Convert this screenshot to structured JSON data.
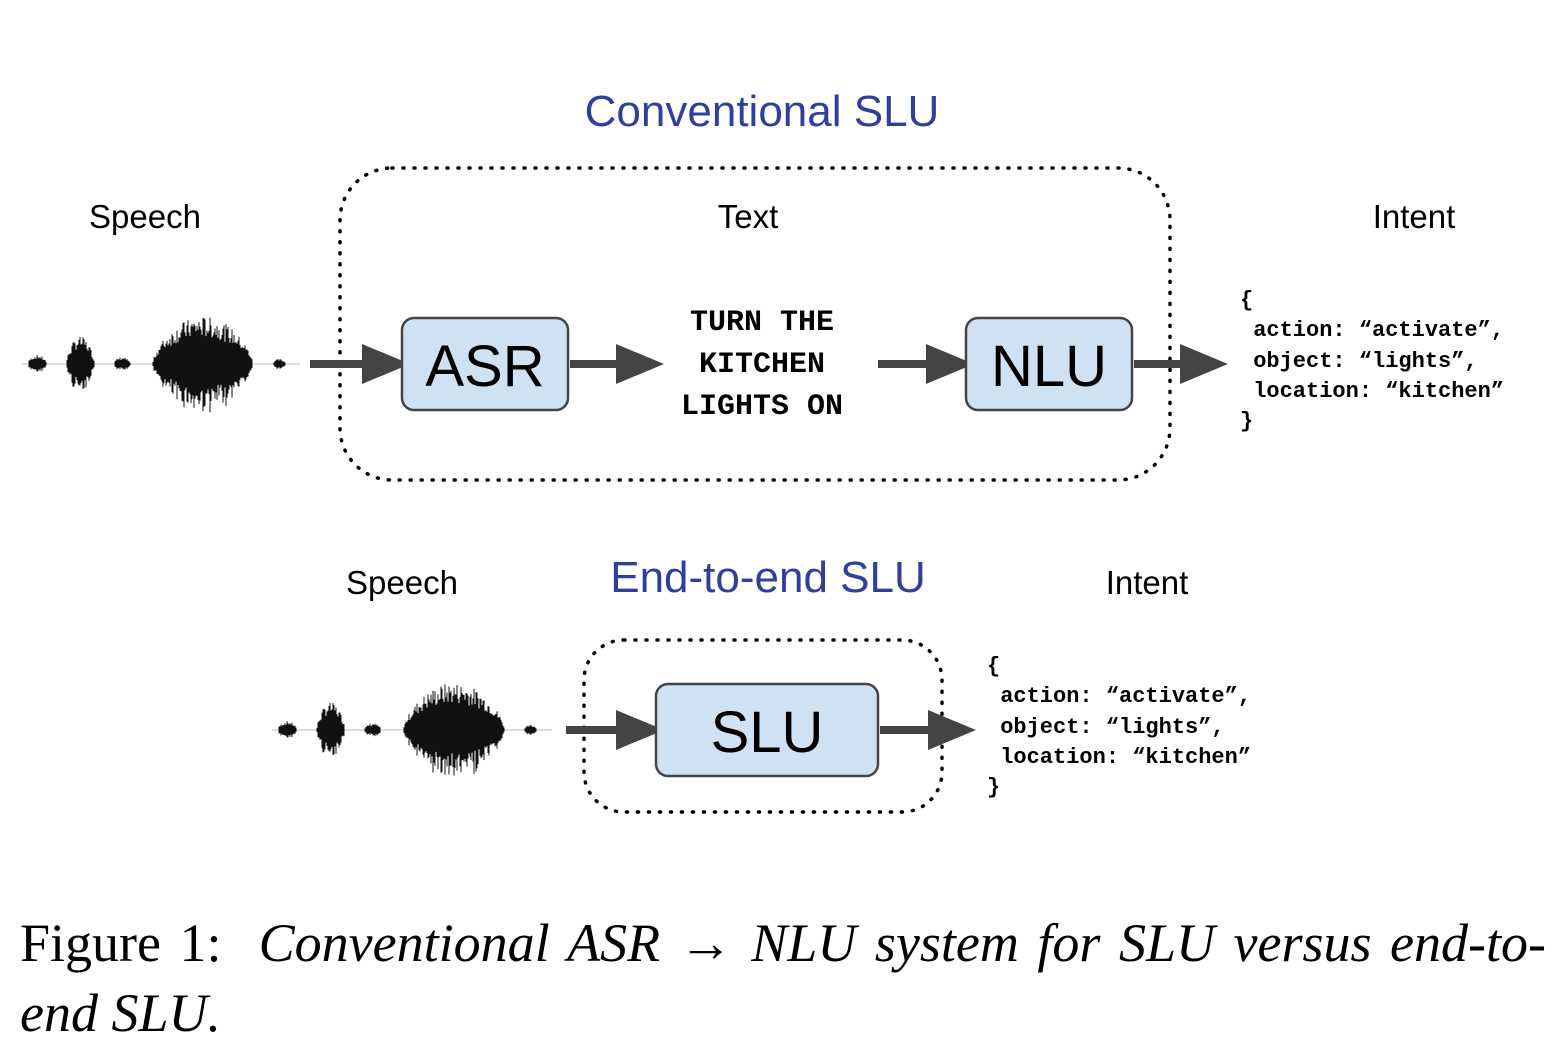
{
  "colors": {
    "title_blue": "#2e3f9c",
    "box_fill": "#cfe2f3",
    "box_stroke": "#444444",
    "arrow": "#444444",
    "text": "#000000"
  },
  "conventional": {
    "title": "Conventional SLU",
    "speech_label": "Speech",
    "text_label": "Text",
    "intent_label": "Intent",
    "asr_label": "ASR",
    "nlu_label": "NLU",
    "transcript_lines": [
      "TURN THE",
      "KITCHEN",
      "LIGHTS ON"
    ],
    "intent_lines": [
      "{",
      " action: “activate”,",
      " object: “lights”,",
      " location: “kitchen”",
      "}"
    ]
  },
  "end_to_end": {
    "title": "End-to-end SLU",
    "speech_label": "Speech",
    "intent_label": "Intent",
    "slu_label": "SLU",
    "intent_lines": [
      "{",
      " action: “activate”,",
      " object: “lights”,",
      " location: “kitchen”",
      "}"
    ]
  },
  "caption": {
    "prefix": "Figure 1:",
    "body": "Conventional ASR → NLU system for SLU versus end-to-end SLU."
  },
  "icons": {
    "waveform": "speech-waveform-icon",
    "arrow": "right-arrow-icon"
  }
}
